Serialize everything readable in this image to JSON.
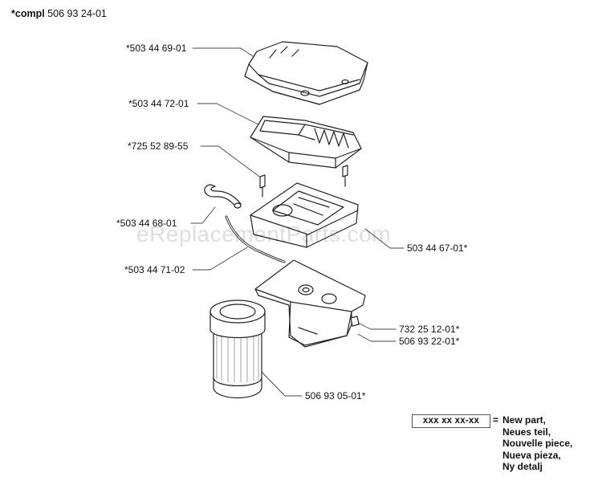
{
  "header": {
    "prefix": "*compl",
    "number": "506 93 24-01"
  },
  "parts": [
    {
      "id": "cover",
      "label": "*503 44 69-01"
    },
    {
      "id": "filter-top",
      "label": "*503 44 72-01"
    },
    {
      "id": "screws-top",
      "label": "*725 52 89-55"
    },
    {
      "id": "hose-small",
      "label": "*503 44 68-01"
    },
    {
      "id": "hose-long",
      "label": "*503 44 71-02"
    },
    {
      "id": "base-plate",
      "label": "503 44 67-01*"
    },
    {
      "id": "screw-bottom",
      "label": "732 25 12-01*"
    },
    {
      "id": "housing",
      "label": "506 93 22-01*"
    },
    {
      "id": "filter-cylinder",
      "label": "506 93 05-01*"
    }
  ],
  "legend": {
    "box": "xxx xx xx-xx",
    "equals": "=",
    "lines": [
      "New part,",
      "Neues teil,",
      "Nouvelle piece,",
      "Nueva pieza,",
      "Ny detalj"
    ]
  },
  "watermark": "eReplacementParts.com"
}
